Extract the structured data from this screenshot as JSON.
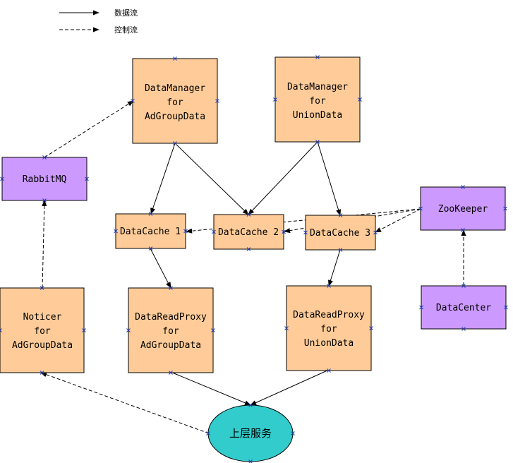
{
  "colors": {
    "data_node": "#FFCC99",
    "control_node": "#CC99FF",
    "service_node": "#33CCCC",
    "stroke": "#000000",
    "connector": "#1F3FBF"
  },
  "legend": {
    "data_flow": "数据流",
    "control_flow": "控制流"
  },
  "nodes": {
    "dm_adgroup": [
      "DataManager",
      "for",
      "AdGroupData"
    ],
    "dm_union": [
      "DataManager",
      "for",
      "UnionData"
    ],
    "rabbitmq": [
      "RabbitMQ"
    ],
    "dc1": [
      "DataCache 1"
    ],
    "dc2": [
      "DataCache 2"
    ],
    "dc3": [
      "DataCache 3"
    ],
    "zookeeper": [
      "ZooKeeper"
    ],
    "noticer": [
      "Noticer",
      "for",
      "AdGroupData"
    ],
    "drp_adgroup": [
      "DataReadProxy",
      "for",
      "AdGroupData"
    ],
    "drp_union": [
      "DataReadProxy",
      "for",
      "UnionData"
    ],
    "datacenter": [
      "DataCenter"
    ],
    "upper_service": [
      "上层服务"
    ]
  }
}
